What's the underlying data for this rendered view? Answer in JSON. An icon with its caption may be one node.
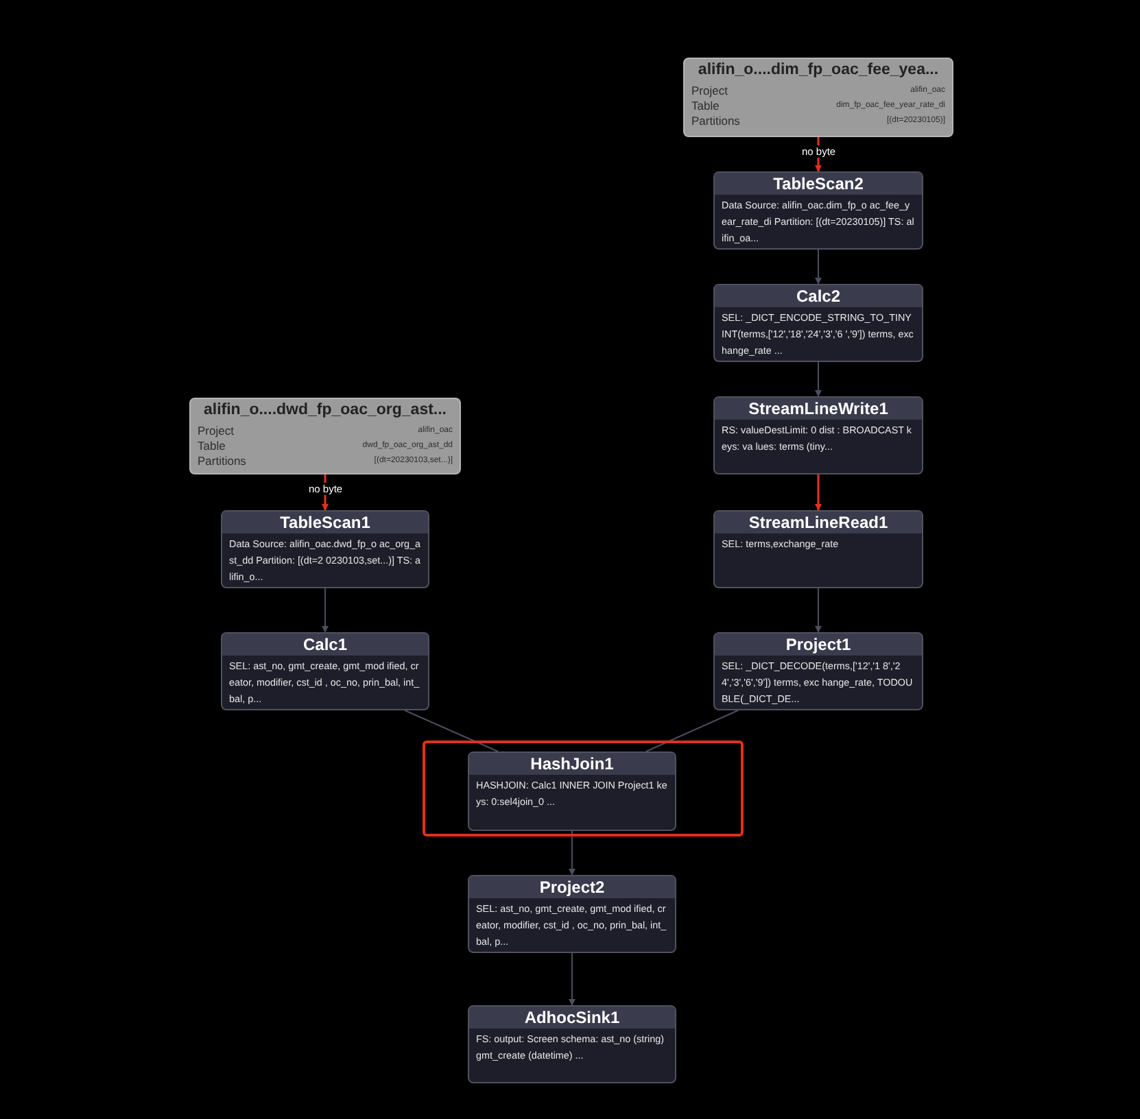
{
  "diagram": {
    "nodes": [
      {
        "text": [
          "alifin_o....dim_fp_oac_fee_yea...",
          "Project",
          "alifin_oac",
          "Table",
          "dim_fp_oac_fee_year_rate_di",
          "Partitions",
          "[(dt=20230105)]"
        ]
      },
      {
        "text": [
          "TableScan2",
          "Data Source: alifin_oac.dim_fp_o ac_fee_year_rate_di Partition: [(dt=20230105)] TS: alifin_oa..."
        ]
      },
      {
        "text": [
          "Calc2",
          "SEL: _DICT_ENCODE_STRING_TO_TINY INT(terms,['12','18','24','3','6 ','9']) terms, exchange_rate ..."
        ]
      },
      {
        "text": [
          "alifin_o....dwd_fp_oac_org_ast...",
          "Project",
          "alifin_oac",
          "Table",
          "dwd_fp_oac_org_ast_dd",
          "Partitions",
          "[(dt=20230103,set...)]"
        ]
      },
      {
        "text": [
          "StreamLineWrite1",
          "RS: valueDestLimit: 0 dist : BROADCAST keys: va lues: terms (tiny..."
        ]
      },
      {
        "text": [
          "TableScan1",
          "Data Source: alifin_oac.dwd_fp_o ac_org_ast_dd Partition: [(dt=2 0230103,set...)] TS: alifin_o..."
        ]
      },
      {
        "text": [
          "StreamLineRead1",
          "SEL: terms,exchange_rate"
        ]
      },
      {
        "text": [
          "Calc1",
          "SEL: ast_no, gmt_create, gmt_mod ified, creator, modifier, cst_id , oc_no, prin_bal, int_bal, p..."
        ]
      },
      {
        "text": [
          "Project1",
          "SEL: _DICT_DECODE(terms,['12','1 8','24','3','6','9']) terms, exc hange_rate, TODOUBLE(_DICT_DE..."
        ]
      },
      {
        "text": [],
        "shape": "box"
      },
      {
        "text": [
          "HashJoin1",
          "HASHJOIN: Calc1 INNER JOIN Project1 keys: 0:sel4join_0 ..."
        ],
        "in": 9
      },
      {
        "text": [
          "Project2",
          "SEL: ast_no, gmt_create, gmt_mod ified, creator, modifier, cst_id , oc_no, prin_bal, int_bal, p..."
        ]
      },
      {
        "text": [
          "AdhocSink1",
          "FS: output: Screen schema: ast_no (string) gmt_create (datetime) ..."
        ]
      }
    ],
    "edges": [
      {
        "from": 0,
        "to": 1,
        "arrow": "to",
        "label": "no byte",
        "color": "#e0301e"
      },
      {
        "from": 1,
        "to": 2,
        "arrow": "to"
      },
      {
        "from": 2,
        "to": 4,
        "arrow": "to"
      },
      {
        "from": 4,
        "to": 6,
        "arrow": "to",
        "color": "#e0301e"
      },
      {
        "from": 6,
        "to": 8,
        "arrow": "to"
      },
      {
        "from": 3,
        "to": 5,
        "arrow": "to",
        "label": "no byte",
        "color": "#e0301e"
      },
      {
        "from": 5,
        "to": 7,
        "arrow": "to"
      },
      {
        "from": 7,
        "to": 10,
        "arrow": "none"
      },
      {
        "from": 8,
        "to": 10,
        "arrow": "none"
      },
      {
        "from": 10,
        "to": 11,
        "arrow": "to"
      },
      {
        "from": 11,
        "to": 12,
        "arrow": "to"
      }
    ]
  }
}
